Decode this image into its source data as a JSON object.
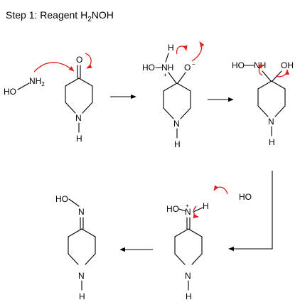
{
  "title": {
    "prefix": "Step 1: Reagent H",
    "subscript": "2",
    "suffix": "NOH"
  },
  "reagent": {
    "ho": "HO",
    "nh": "NH",
    "h2_sub": "2"
  },
  "labels": {
    "O": "O",
    "N": "N",
    "H": "H",
    "NH": "NH",
    "OH": "OH",
    "HO": "HO",
    "HO_dash": "HO",
    "plus": "+",
    "minus": "−",
    "dash": "-"
  }
}
